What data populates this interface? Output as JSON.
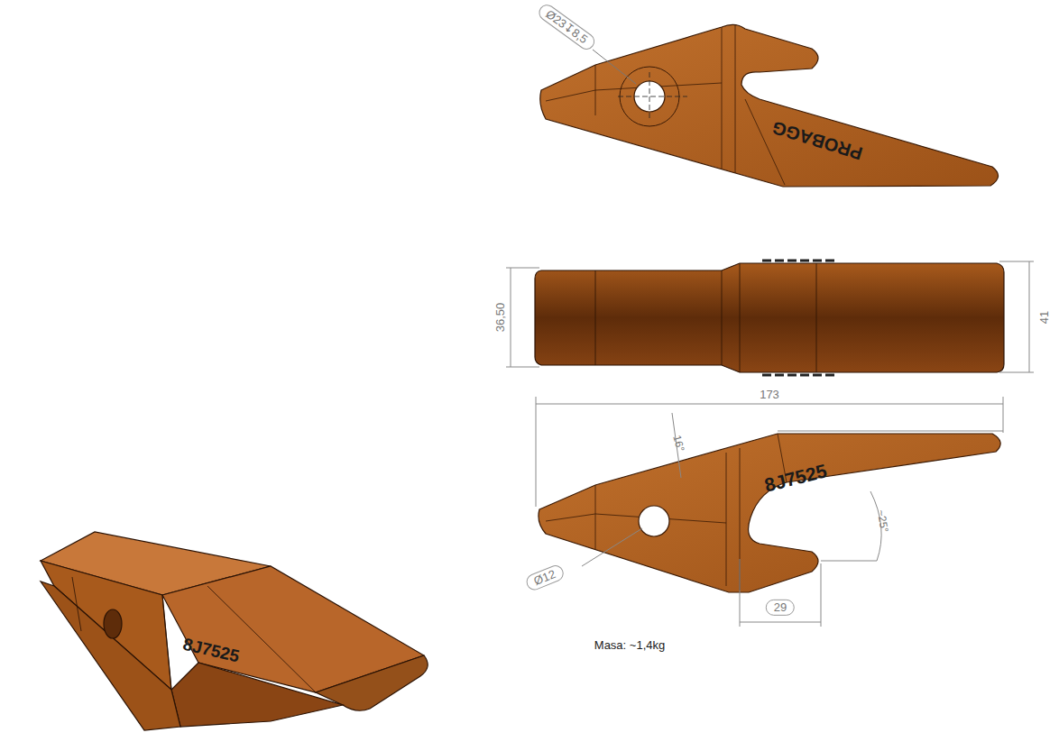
{
  "diagram": {
    "labels": [
      "Ø23↧8,5",
      "PROBAGG",
      "36,50",
      "41",
      "173",
      "16°",
      "8J7525",
      "~25°",
      "Ø12",
      "29",
      "Masa: ~1,4kg",
      "8J7525"
    ]
  }
}
